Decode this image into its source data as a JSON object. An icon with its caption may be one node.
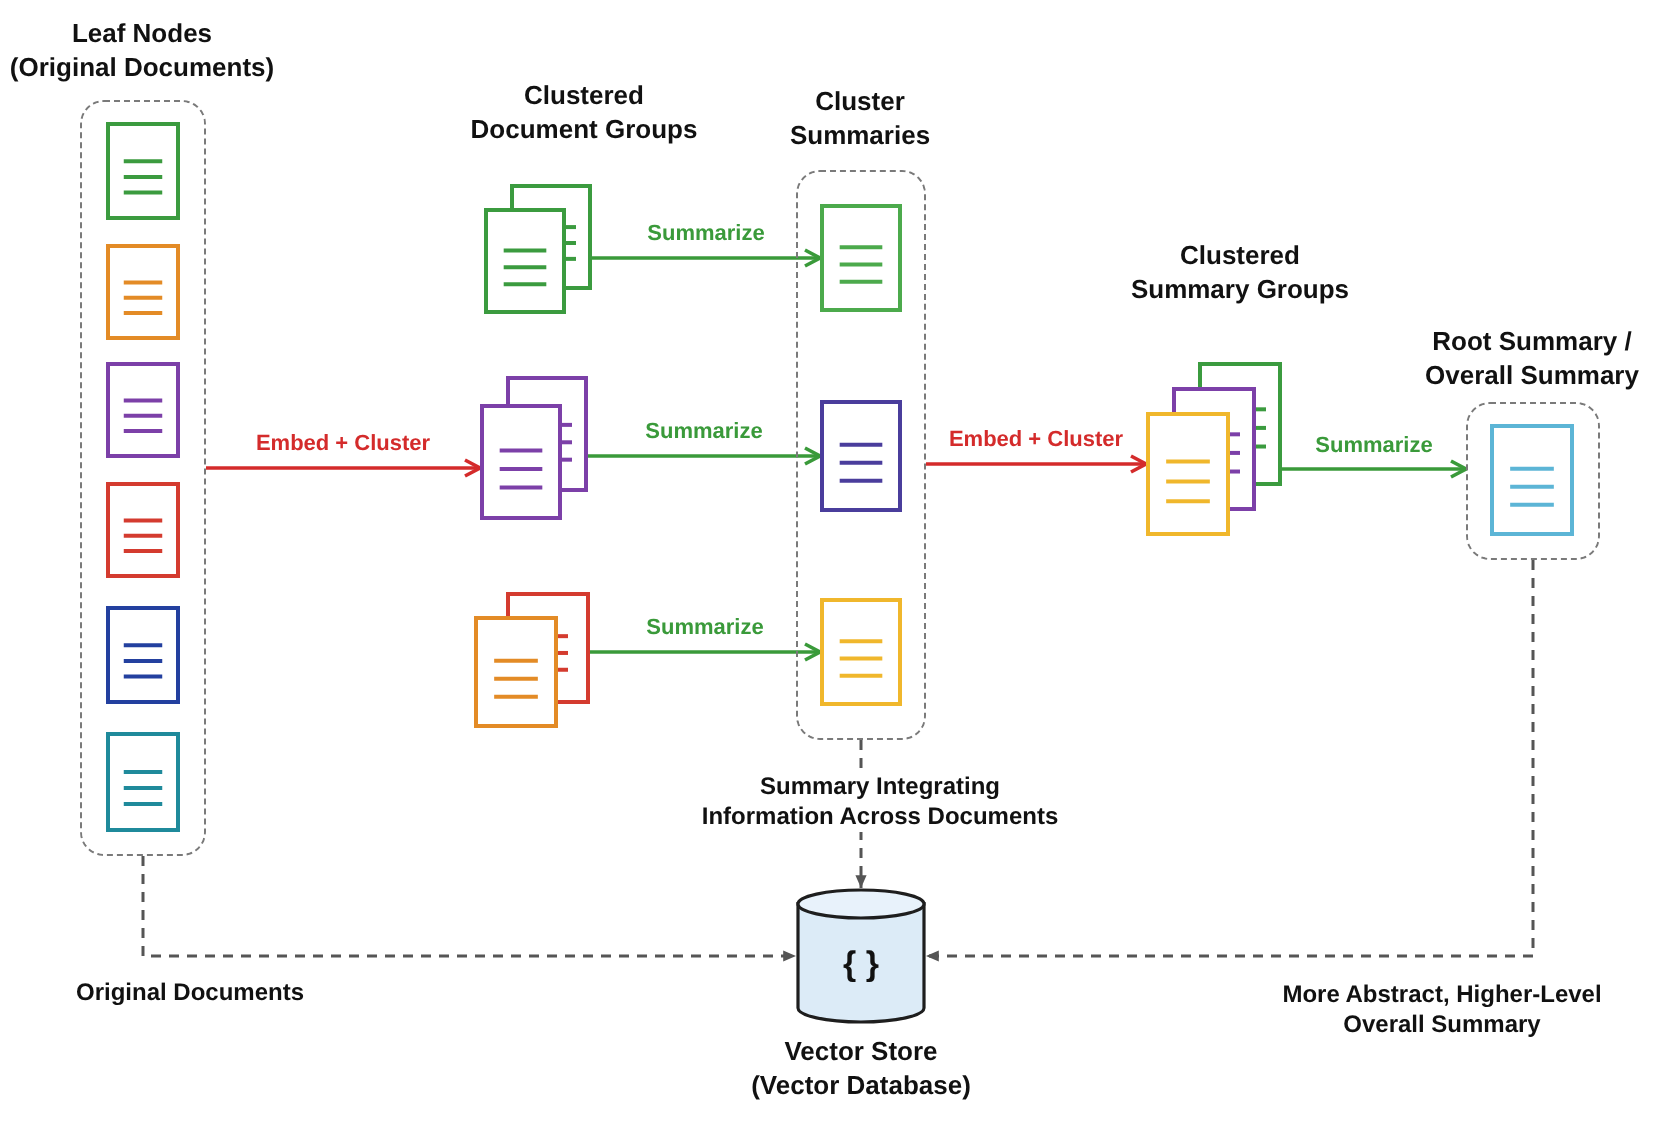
{
  "diagram": {
    "nodes": [
      {
        "text": [
          "Leaf Nodes (Original Documents)"
        ]
      },
      {
        "text": [],
        "shape": "document",
        "in": 0
      },
      {
        "text": [],
        "shape": "document",
        "in": 0
      },
      {
        "text": [],
        "shape": "document",
        "in": 0
      },
      {
        "text": [],
        "shape": "document",
        "in": 0
      },
      {
        "text": [],
        "shape": "document",
        "in": 0
      },
      {
        "text": [],
        "shape": "document",
        "in": 0
      },
      {
        "text": [],
        "shape": "document"
      },
      {
        "text": [],
        "shape": "document"
      },
      {
        "text": [],
        "shape": "document"
      },
      {
        "text": [
          "Cluster Summaries"
        ]
      },
      {
        "text": [],
        "shape": "document",
        "in": 10
      },
      {
        "text": [],
        "shape": "document",
        "in": 10
      },
      {
        "text": [],
        "shape": "document",
        "in": 10
      },
      {
        "text": [
          "Clustered Summary Groups"
        ]
      },
      {
        "text": [
          "Root Summary / Overall Summary"
        ]
      },
      {
        "text": [],
        "shape": "document",
        "in": 15
      },
      {
        "text": [
          "{ }",
          "Vector Store (Vector Database)"
        ]
      }
    ],
    "edges": [
      {
        "from": 0,
        "to": 8,
        "arrow": "to",
        "label": "Embed + Cluster",
        "color": "#d42b2b"
      },
      {
        "from": 7,
        "to": 11,
        "arrow": "to",
        "label": "Summarize",
        "color": "#3a9a3a"
      },
      {
        "from": 8,
        "to": 12,
        "arrow": "to",
        "label": "Summarize",
        "color": "#3a9a3a"
      },
      {
        "from": 9,
        "to": 13,
        "arrow": "to",
        "label": "Summarize",
        "color": "#3a9a3a"
      },
      {
        "from": 10,
        "to": 14,
        "arrow": "to",
        "label": "Embed + Cluster",
        "color": "#d42b2b"
      },
      {
        "from": 14,
        "to": 15,
        "arrow": "to",
        "label": "Summarize",
        "color": "#3a9a3a"
      },
      {
        "from": 0,
        "to": 17,
        "arrow": "to",
        "label": "Original Documents",
        "style": "dashed",
        "color": "#555555"
      },
      {
        "from": 10,
        "to": 17,
        "arrow": "to",
        "label": "Summary Integrating Information Across Documents",
        "style": "dashed",
        "color": "#555555"
      },
      {
        "from": 15,
        "to": 17,
        "arrow": "to",
        "label": "More Abstract, Higher-Level Overall Summary",
        "style": "dashed",
        "color": "#555555"
      }
    ],
    "labels": [
      "Clustered Document Groups"
    ]
  }
}
